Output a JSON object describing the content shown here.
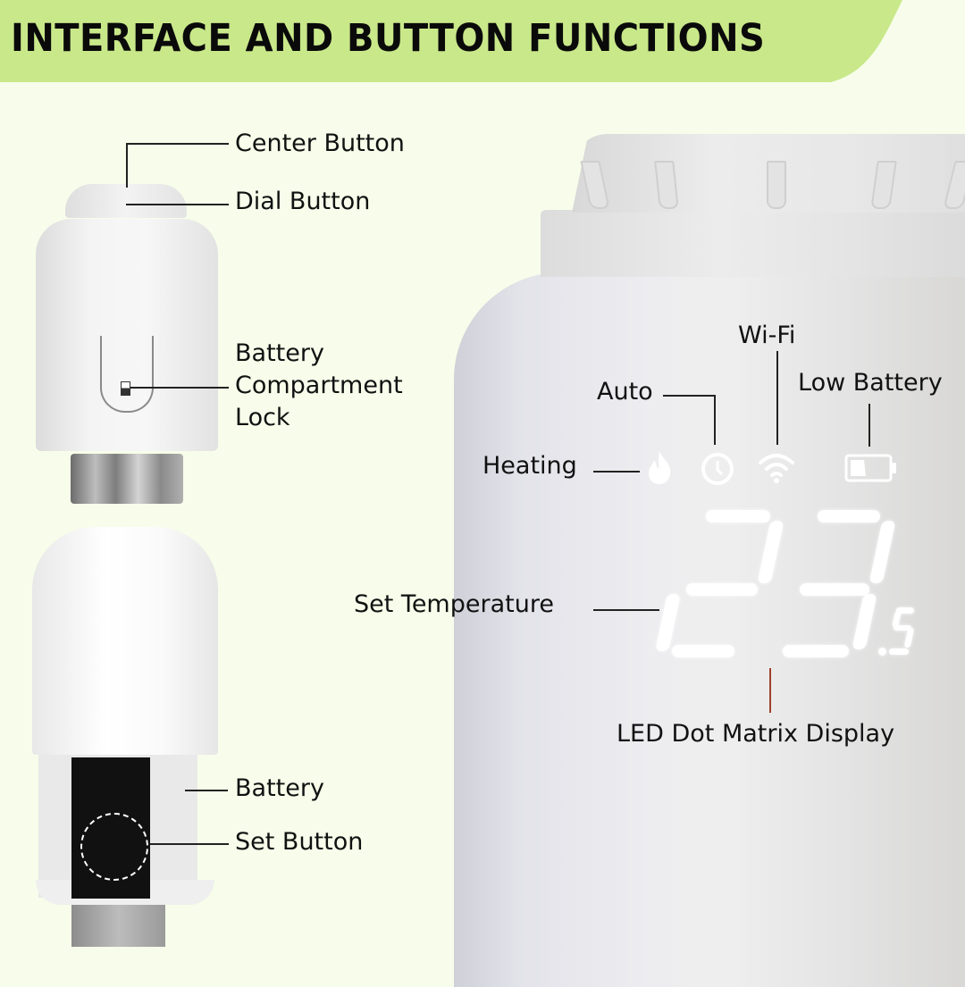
{
  "header": {
    "title": "INTERFACE AND BUTTON FUNCTIONS",
    "background_color": "#c9e88a"
  },
  "background_color": "#f7fdea",
  "left_device_top": {
    "labels": {
      "center_button": "Center Button",
      "dial_button": "Dial Button",
      "battery_lock_line1": "Battery",
      "battery_lock_line2": "Compartment",
      "battery_lock_line3": "Lock"
    }
  },
  "left_device_bottom": {
    "labels": {
      "battery": "Battery",
      "set_button": "Set Button"
    }
  },
  "display_device": {
    "icons": [
      {
        "name": "flame-icon",
        "label": "Heating"
      },
      {
        "name": "clock-icon",
        "label": "Auto"
      },
      {
        "name": "wifi-icon",
        "label": "Wi-Fi"
      },
      {
        "name": "battery-low-icon",
        "label": "Low Battery"
      }
    ],
    "labels": {
      "heating": "Heating",
      "auto": "Auto",
      "wifi": "Wi-Fi",
      "low_battery": "Low Battery",
      "set_temperature": "Set Temperature",
      "led_display": "LED Dot Matrix Display"
    },
    "temperature_display": "23.5",
    "led_pointer_color": "#a0402a"
  }
}
